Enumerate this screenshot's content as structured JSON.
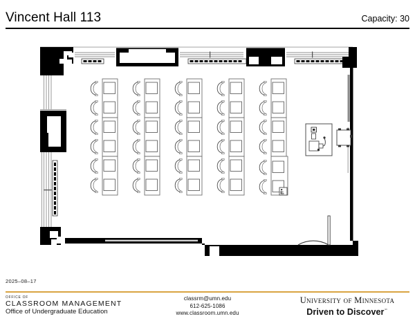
{
  "header": {
    "room_title": "Vincent Hall 113",
    "capacity_label": "Capacity: 30"
  },
  "plan": {
    "date": "2025–08–17",
    "seat_count": 30,
    "seat_columns": 5,
    "seat_rows": 6,
    "table_units_per_column": 3,
    "seats_per_table_unit": 2,
    "features": [
      "teaching-station",
      "instructor-chair",
      "projection-screen-alcove",
      "whiteboard",
      "radiators",
      "windows",
      "entry-door",
      "wall-alcove",
      "accessible-seat-marker"
    ],
    "colors": {
      "wall": "#000000",
      "furniture_outline": "#555555",
      "whiteboard": "#8c8c8c",
      "window": "#bfbfbf"
    }
  },
  "footer": {
    "office_prefix": "OFFICE OF",
    "office_name": "CLASSROOM MANAGEMENT",
    "office_parent": "Office of Undergraduate Education",
    "contact": {
      "email": "classrm@umn.edu",
      "phone": "612-625-1086",
      "website": "www.classroom.umn.edu"
    },
    "university": "University of Minnesota",
    "tagline": "Driven to Discover",
    "tagline_mark": "℠",
    "rule_color": "#d9a441"
  }
}
